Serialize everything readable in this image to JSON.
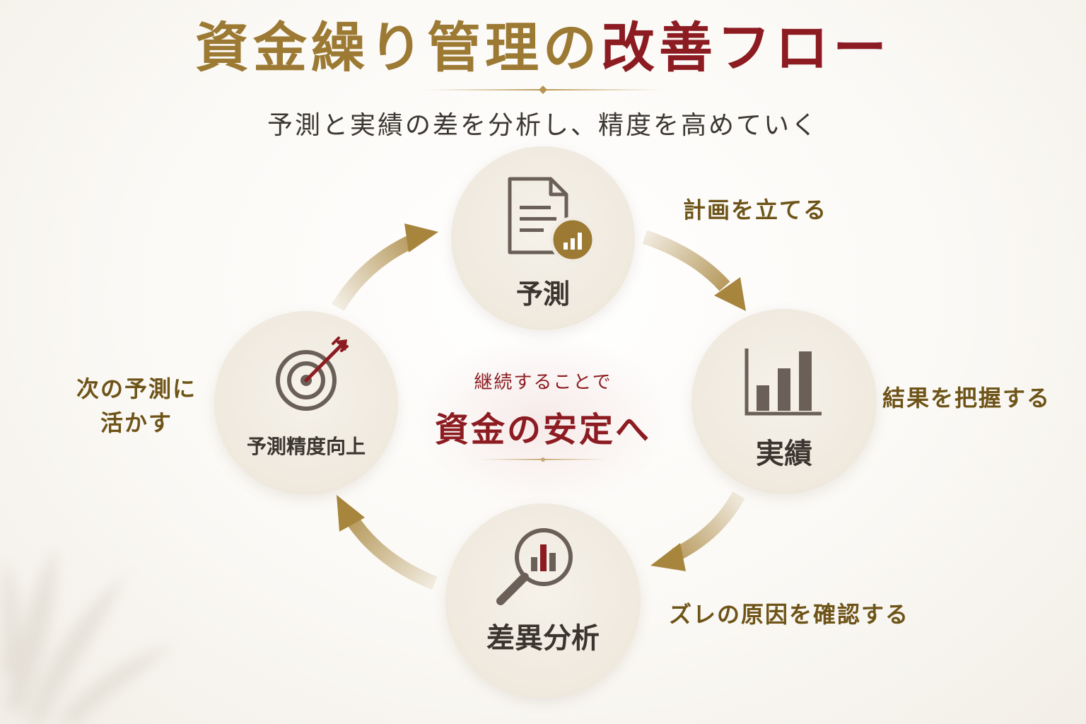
{
  "title": {
    "part1": "資金繰り管理の",
    "part2": "改善フロー"
  },
  "subtitle": "予測と実績の差を分析し、精度を高めていく",
  "nodes": {
    "forecast": {
      "label": "予測"
    },
    "actual": {
      "label": "実績"
    },
    "variance": {
      "label": "差異分析"
    },
    "improve": {
      "label": "予測精度向上"
    }
  },
  "steps": {
    "plan": "計画を立てる",
    "grasp": "結果を把握する",
    "check": "ズレの原因を確認する",
    "next_line1": "次の予測に",
    "next_line2": "活かす"
  },
  "center": {
    "small": "継続することで",
    "big": "資金の安定へ"
  },
  "colors": {
    "gold": "#9c7a34",
    "red": "#8c1c22",
    "icon": "#6b6058",
    "node_bg": "#f1ece3"
  }
}
